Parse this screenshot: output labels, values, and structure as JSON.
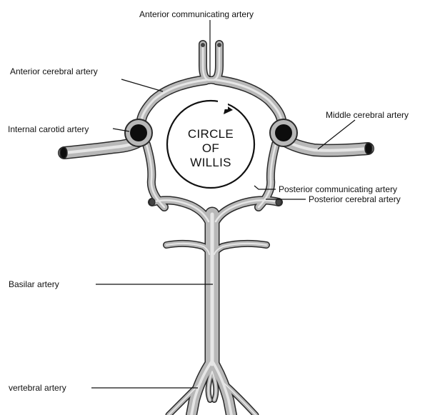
{
  "labels": {
    "anterior_communicating": "Anterior communicating artery",
    "anterior_cerebral": "Anterior cerebral artery",
    "internal_carotid": "Internal carotid artery",
    "middle_cerebral": "Middle cerebral artery",
    "posterior_communicating": "Posterior communicating artery",
    "posterior_cerebral": "Posterior cerebral artery",
    "basilar": "Basilar artery",
    "vertebral": "vertebral artery"
  },
  "center_title": {
    "line1": "CIRCLE",
    "line2": "OF",
    "line3": "WILLIS"
  },
  "colors": {
    "vessel_fill": "#b8b8b8",
    "vessel_outline": "#2a2a2a",
    "lumen": "#0d0d0d",
    "text": "#111111"
  }
}
